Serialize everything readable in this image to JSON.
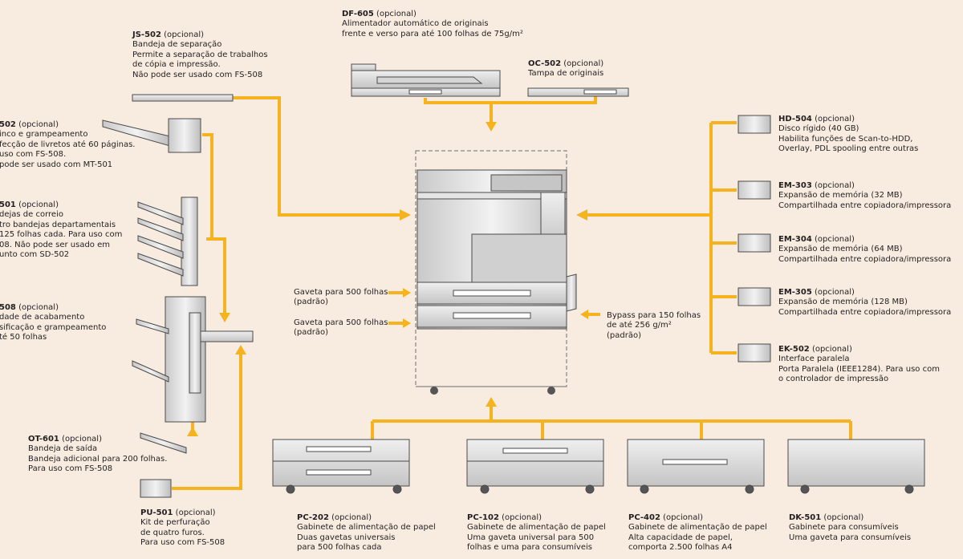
{
  "colors": {
    "background": "#f8ece0",
    "connector": "#f5b320",
    "device_fill": "#dcdcdc",
    "device_stroke": "#4a4a4a"
  },
  "products": {
    "df605": {
      "code": "DF-605",
      "tag": "(opcional)",
      "lines": [
        "Alimentador automático de originais",
        "frente e verso para até 100 folhas de 75g/m²"
      ]
    },
    "oc502": {
      "code": "OC-502",
      "tag": "(opcional)",
      "lines": [
        "Tampa de originais"
      ]
    },
    "js502": {
      "code": "JS-502",
      "tag": "(opcional)",
      "lines": [
        "Bandeja de separação",
        "Permite a separação de trabalhos",
        "de cópia e impressão.",
        "Não pode ser usado com FS-508"
      ]
    },
    "sd502": {
      "code": "502",
      "tag": "(opcional)",
      "lines": [
        "inco e grampeamento",
        "fecção de livretos até 60 páginas.",
        "uso com FS-508.",
        "pode ser usado com MT-501"
      ]
    },
    "mt501": {
      "code": "501",
      "tag": "(opcional)",
      "lines": [
        "dejas de correio",
        "tro bandejas departamentais",
        "125 folhas cada. Para uso com",
        "08. Não pode ser usado em",
        "unto com SD-502"
      ]
    },
    "fs508": {
      "code": "508",
      "tag": "(opcional)",
      "lines": [
        "dade de acabamento",
        "sificação e grampeamento",
        "té 50 folhas"
      ]
    },
    "ot601": {
      "code": "OT-601",
      "tag": "(opcional)",
      "lines": [
        "Bandeja de saída",
        "Bandeja adicional para 200 folhas.",
        "Para uso com FS-508"
      ]
    },
    "pu501": {
      "code": "PU-501",
      "tag": "(opcional)",
      "lines": [
        "Kit de perfuração",
        "de quatro furos.",
        "Para uso com FS-508"
      ]
    },
    "pc202": {
      "code": "PC-202",
      "tag": "(opcional)",
      "lines": [
        "Gabinete de alimentação de papel",
        "Duas gavetas universais",
        "para 500 folhas cada"
      ]
    },
    "pc102": {
      "code": "PC-102",
      "tag": "(opcional)",
      "lines": [
        "Gabinete de alimentação de papel",
        "Uma gaveta universal para 500",
        "folhas e uma para consumíveis"
      ]
    },
    "pc402": {
      "code": "PC-402",
      "tag": "(opcional)",
      "lines": [
        "Gabinete de alimentação de papel",
        "Alta capacidade de papel,",
        "comporta    2.500 folhas A4"
      ]
    },
    "dk501": {
      "code": "DK-501",
      "tag": "(opcional)",
      "lines": [
        "Gabinete para consumíveis",
        "Uma gaveta para consumíveis"
      ]
    },
    "hd504": {
      "code": "HD-504",
      "tag": "(opcional)",
      "lines": [
        "Disco rígido (40 GB)",
        "Habilita funções de Scan-to-HDD,",
        "Overlay, PDL spooling entre outras"
      ]
    },
    "em303": {
      "code": "EM-303",
      "tag": "(opcional)",
      "lines": [
        "Expansão de memória (32 MB)",
        "Compartilhada entre copiadora/impressora"
      ]
    },
    "em304": {
      "code": "EM-304",
      "tag": "(opcional)",
      "lines": [
        "Expansão de memória (64 MB)",
        "Compartilhada entre copiadora/impressora"
      ]
    },
    "em305": {
      "code": "EM-305",
      "tag": "(opcional)",
      "lines": [
        "Expansão de memória (128 MB)",
        "Compartilhada entre copiadora/impressora"
      ]
    },
    "ek502": {
      "code": "EK-502",
      "tag": "(opcional)",
      "lines": [
        "Interface paralela",
        "Porta Paralela (IEEE1284). Para uso com",
        "o controlador de impressão"
      ]
    }
  },
  "main_unit": {
    "drawer1": [
      "Gaveta para 500 folhas",
      "(padrão)"
    ],
    "drawer2": [
      "Gaveta para 500 folhas",
      "(padrão)"
    ],
    "bypass": [
      "Bypass para 150 folhas",
      "de até 256 g/m²",
      "(padrão)"
    ]
  }
}
